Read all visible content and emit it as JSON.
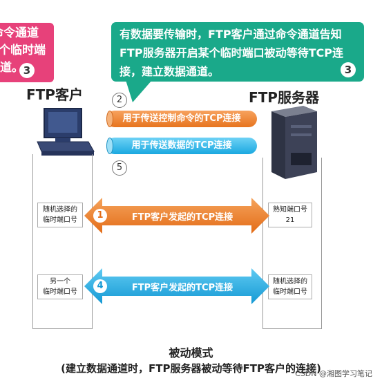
{
  "callout_left": {
    "lines": [
      "命令通道",
      "个临时端",
      "道。"
    ],
    "number": "3"
  },
  "callout_right": {
    "text": "有数据要传输时，FTP客户通过命令通道告知FTP服务器开启某个临时端口被动等待TCP连接，建立数据通道。",
    "number": "3"
  },
  "client": {
    "title": "FTP客户"
  },
  "server": {
    "title": "FTP服务器"
  },
  "pipes": {
    "control": {
      "number": "2",
      "label": "用于传送控制命令的TCP连接"
    },
    "data": {
      "number": "5",
      "label": "用于传送数据的TCP连接"
    }
  },
  "connections": {
    "first": {
      "number": "1",
      "label": "FTP客户发起的TCP连接",
      "client_port": [
        "随机选择的",
        "临时端口号"
      ],
      "server_port": [
        "熟知端口号",
        "21"
      ]
    },
    "second": {
      "number": "4",
      "label": "FTP客户发起的TCP连接",
      "client_port": [
        "另一个",
        "临时端口号"
      ],
      "server_port": [
        "随机选择的",
        "临时端口号"
      ]
    }
  },
  "caption": {
    "title": "被动模式",
    "subtitle": "(建立数据通道时，FTP服务器被动等待FTP客户的连接)"
  },
  "watermark": "CSDN @湘图学习笔记",
  "colors": {
    "pink": "#e7417a",
    "teal": "#1aa98a",
    "orange": "#e9701d",
    "blue": "#1aa8e0"
  },
  "icons": [
    "computer-icon",
    "server-icon"
  ]
}
